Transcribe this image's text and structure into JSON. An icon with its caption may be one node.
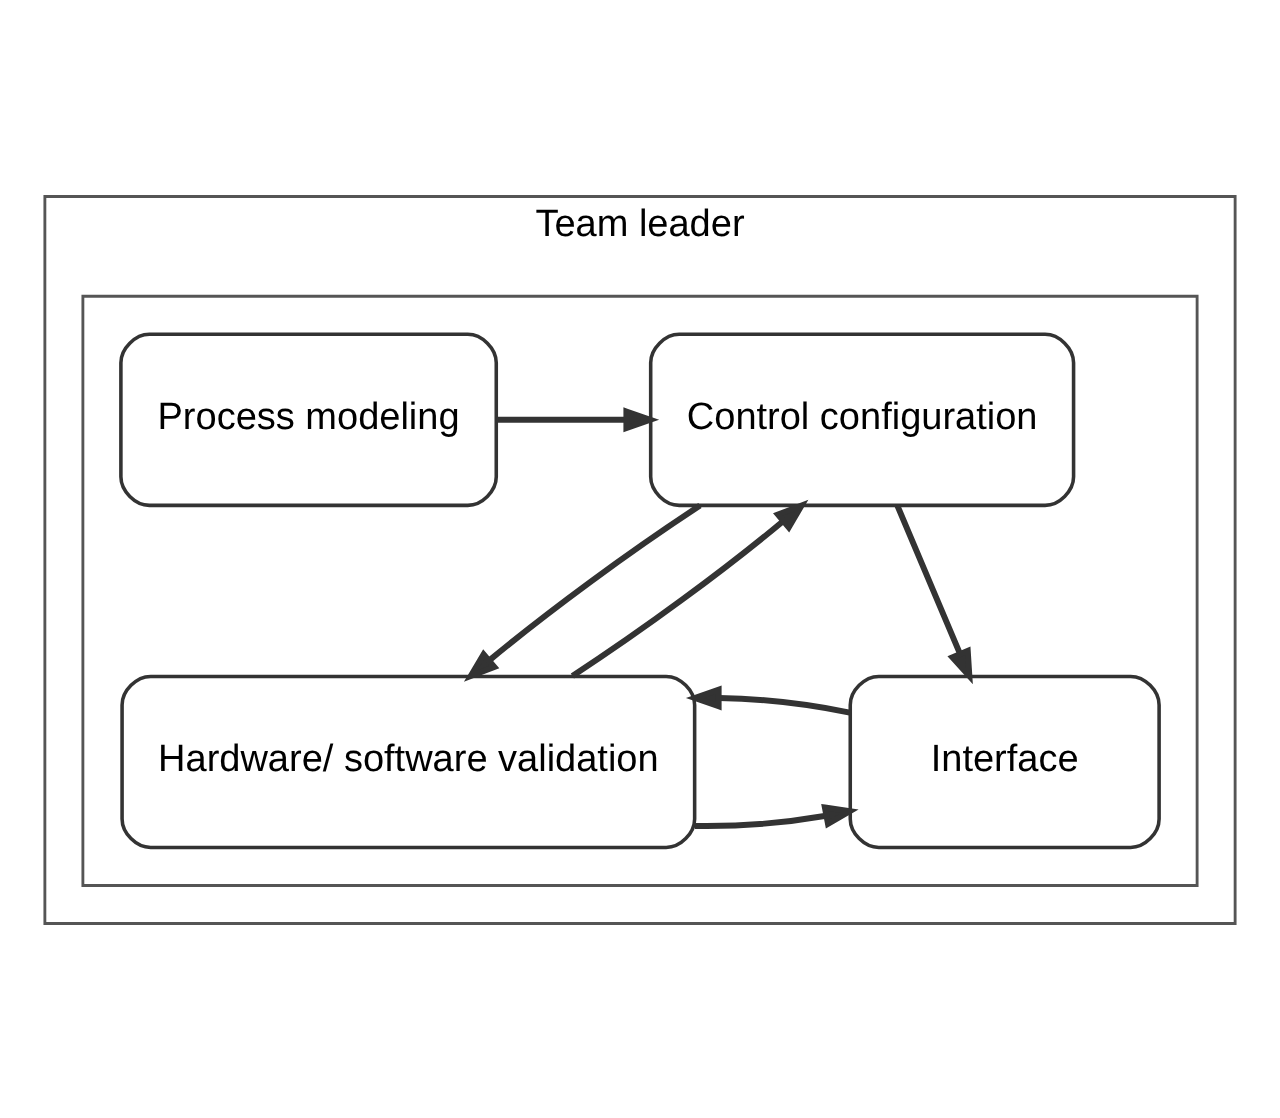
{
  "diagram": {
    "nodes": [
      {
        "text": [
          "Team leader"
        ]
      },
      {
        "text": [],
        "shape": "box",
        "in": 0
      },
      {
        "text": [
          "Process modeling"
        ],
        "in": 1
      },
      {
        "text": [
          "Control configuration"
        ],
        "in": 1
      },
      {
        "text": [
          "Hardware/ software validation"
        ],
        "in": 1
      },
      {
        "text": [
          "Interface"
        ],
        "in": 1
      }
    ],
    "edges": [
      {
        "from": 2,
        "to": 3,
        "arrow": "to"
      },
      {
        "from": 3,
        "to": 4,
        "arrow": "to"
      },
      {
        "from": 4,
        "to": 3,
        "arrow": "to"
      },
      {
        "from": 3,
        "to": 5,
        "arrow": "to"
      },
      {
        "from": 4,
        "to": 5,
        "arrow": "to"
      },
      {
        "from": 5,
        "to": 4,
        "arrow": "to"
      }
    ]
  }
}
